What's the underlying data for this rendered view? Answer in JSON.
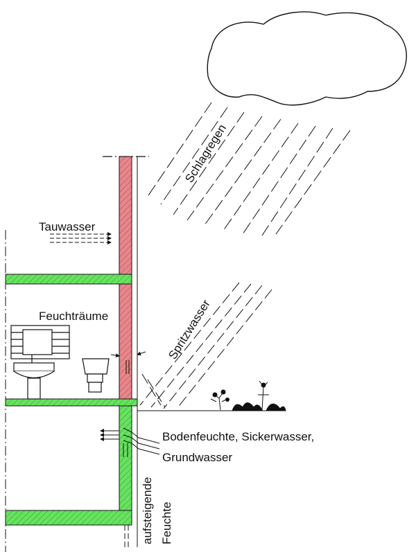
{
  "labels": {
    "schlagregen": "Schlagregen",
    "tauwasser": "Tauwasser",
    "feuchtraeume": "Feuchträume",
    "spritzwasser": "Spritzwasser",
    "bodenfeuchte_line1": "Bodenfeuchte, Sickerwasser,",
    "bodenfeuchte_line2": "Grundwasser",
    "aufsteigende_line1": "aufsteigende",
    "aufsteigende_line2": "Feuchte"
  },
  "colors": {
    "wall_upper": "#e8868b",
    "wall_lower": "#66e35f",
    "slab": "#7bea72",
    "outline": "#111111"
  }
}
